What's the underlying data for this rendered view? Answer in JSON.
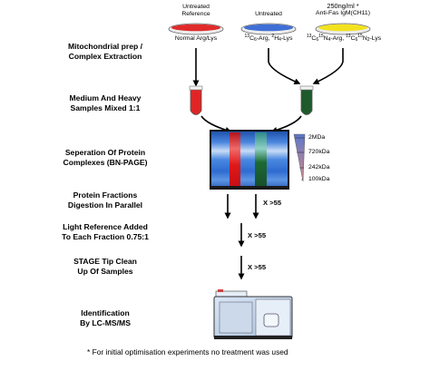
{
  "steps": [
    "Mitochondrial prep / Complex Extraction",
    "Medium And Heavy Samples Mixed 1:1",
    "Seperation Of Protein Complexes (BN-PAGE)",
    "Protein Fractions Digestion In Parallel",
    "Light Reference Added To Each Fraction 0.75:1",
    "STAGE Tip Clean Up Of Samples",
    "Identification By LC-MS/MS"
  ],
  "steps_display": [
    [
      "Mitochondrial prep /",
      "Complex Extraction"
    ],
    [
      "Medium And Heavy",
      "Samples Mixed 1:1"
    ],
    [
      "Seperation Of Protein",
      "Complexes (BN-PAGE)"
    ],
    [
      "Protein Fractions",
      "Digestion In Parallel"
    ],
    [
      "Light Reference Added",
      "To Each Fraction 0.75:1"
    ],
    [
      "STAGE Tip Clean",
      "Up Of Samples"
    ],
    [
      "Identification",
      "By LC-MS/MS"
    ]
  ],
  "plates": [
    {
      "top": [
        "Untreated",
        "Reference"
      ],
      "bottom": "Normal Arg/Lys",
      "color": "#e02b2b"
    },
    {
      "top": [
        "Untreated"
      ],
      "bottom_parts": [
        "13",
        "C",
        "6",
        "-Arg, ",
        "2",
        "H",
        "4",
        "-Lys"
      ],
      "color": "#3f6fd6"
    },
    {
      "top": [
        "250ng/ml *",
        "Anti-Fas IgM(CH11)"
      ],
      "bottom_parts": [
        "13",
        "C",
        "6",
        "15",
        "N",
        "4",
        "-Arg, ",
        "13",
        "C",
        "6",
        "15",
        "N",
        "2",
        "-Lys"
      ],
      "color": "#f2e21f"
    }
  ],
  "tubes": {
    "light": "#e02424",
    "heavy": "#1e5a2c"
  },
  "repeat_labels": [
    "X >55",
    "X >55",
    "X >55"
  ],
  "ladder": [
    "2MDa",
    "720kDa",
    "242kDa",
    "100kDa"
  ],
  "footnote": "* For initial optimisation experiments no treatment was used",
  "colors": {
    "gel_blue": "#3d7ed9",
    "gel_red": "#e01818",
    "gel_green": "#1d6a33"
  }
}
